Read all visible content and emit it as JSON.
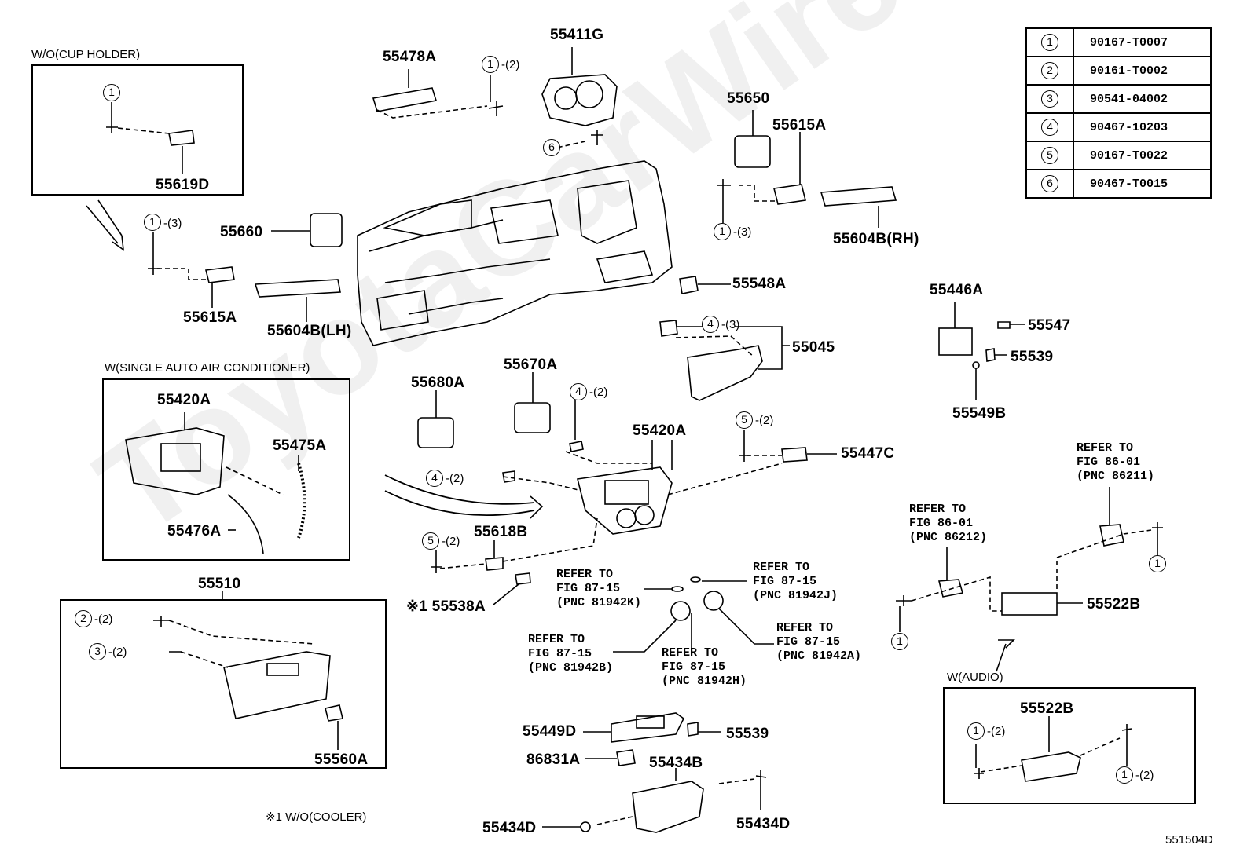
{
  "figure_code": "551504D",
  "watermark": "ToyotaCarWire",
  "note": "※1 W/O(COOLER)",
  "boxes": {
    "cup_holder": "W/O(CUP HOLDER)",
    "single_ac": "W(SINGLE AUTO AIR CONDITIONER)",
    "audio": "W(AUDIO)"
  },
  "legend": [
    {
      "key": "1",
      "part": "90167-T0007"
    },
    {
      "key": "2",
      "part": "90161-T0002"
    },
    {
      "key": "3",
      "part": "90541-04002"
    },
    {
      "key": "4",
      "part": "90467-10203"
    },
    {
      "key": "5",
      "part": "90167-T0022"
    },
    {
      "key": "6",
      "part": "90467-T0015"
    }
  ],
  "parts": {
    "p55411G": "55411G",
    "p55478A": "55478A",
    "p55619D": "55619D",
    "p55660": "55660",
    "p55615A_l": "55615A",
    "p55604B_lh": "55604B(LH)",
    "p55650": "55650",
    "p55615A_r": "55615A",
    "p55604B_rh": "55604B(RH)",
    "p55548A": "55548A",
    "p55446A": "55446A",
    "p55547": "55547",
    "p55539_a": "55539",
    "p55549B": "55549B",
    "p55045": "55045",
    "p55420A_box": "55420A",
    "p55475A": "55475A",
    "p55476A": "55476A",
    "p55680A": "55680A",
    "p55670A": "55670A",
    "p55420A": "55420A",
    "p55447C": "55447C",
    "p55618B": "55618B",
    "p55538A": "※1 55538A",
    "p55510": "55510",
    "p55560A": "55560A",
    "p55449D": "55449D",
    "p55539_b": "55539",
    "p86831A": "86831A",
    "p55434B": "55434B",
    "p55434D_l": "55434D",
    "p55434D_r": "55434D",
    "p55522B": "55522B",
    "p55522B_box": "55522B"
  },
  "refers": {
    "r81942K": "REFER TO\nFIG 87-15\n(PNC 81942K)",
    "r81942J": "REFER TO\nFIG 87-15\n(PNC 81942J)",
    "r81942B": "REFER TO\nFIG 87-15\n(PNC 81942B)",
    "r81942H": "REFER TO\nFIG 87-15\n(PNC 81942H)",
    "r81942A": "REFER TO\nFIG 87-15\n(PNC 81942A)",
    "r86212": "REFER TO\nFIG 86-01\n(PNC 86212)",
    "r86211": "REFER TO\nFIG 86-01\n(PNC 86211)"
  },
  "callouts": {
    "c1_cup": {
      "num": "1",
      "qty": ""
    },
    "c1_top": {
      "num": "1",
      "qty": "-(2)"
    },
    "c6": {
      "num": "6",
      "qty": ""
    },
    "c1_l3": {
      "num": "1",
      "qty": "-(3)"
    },
    "c1_r3": {
      "num": "1",
      "qty": "-(3)"
    },
    "c4_3": {
      "num": "4",
      "qty": "-(3)"
    },
    "c4_2a": {
      "num": "4",
      "qty": "-(2)"
    },
    "c4_2b": {
      "num": "4",
      "qty": "-(2)"
    },
    "c5_2a": {
      "num": "5",
      "qty": "-(2)"
    },
    "c5_2b": {
      "num": "5",
      "qty": "-(2)"
    },
    "c2_2": {
      "num": "2",
      "qty": "-(2)"
    },
    "c3_2": {
      "num": "3",
      "qty": "-(2)"
    },
    "c1_mid": {
      "num": "1",
      "qty": ""
    },
    "c1_right": {
      "num": "1",
      "qty": ""
    },
    "c1_audio_a": {
      "num": "1",
      "qty": "-(2)"
    },
    "c1_audio_b": {
      "num": "1",
      "qty": "-(2)"
    }
  }
}
